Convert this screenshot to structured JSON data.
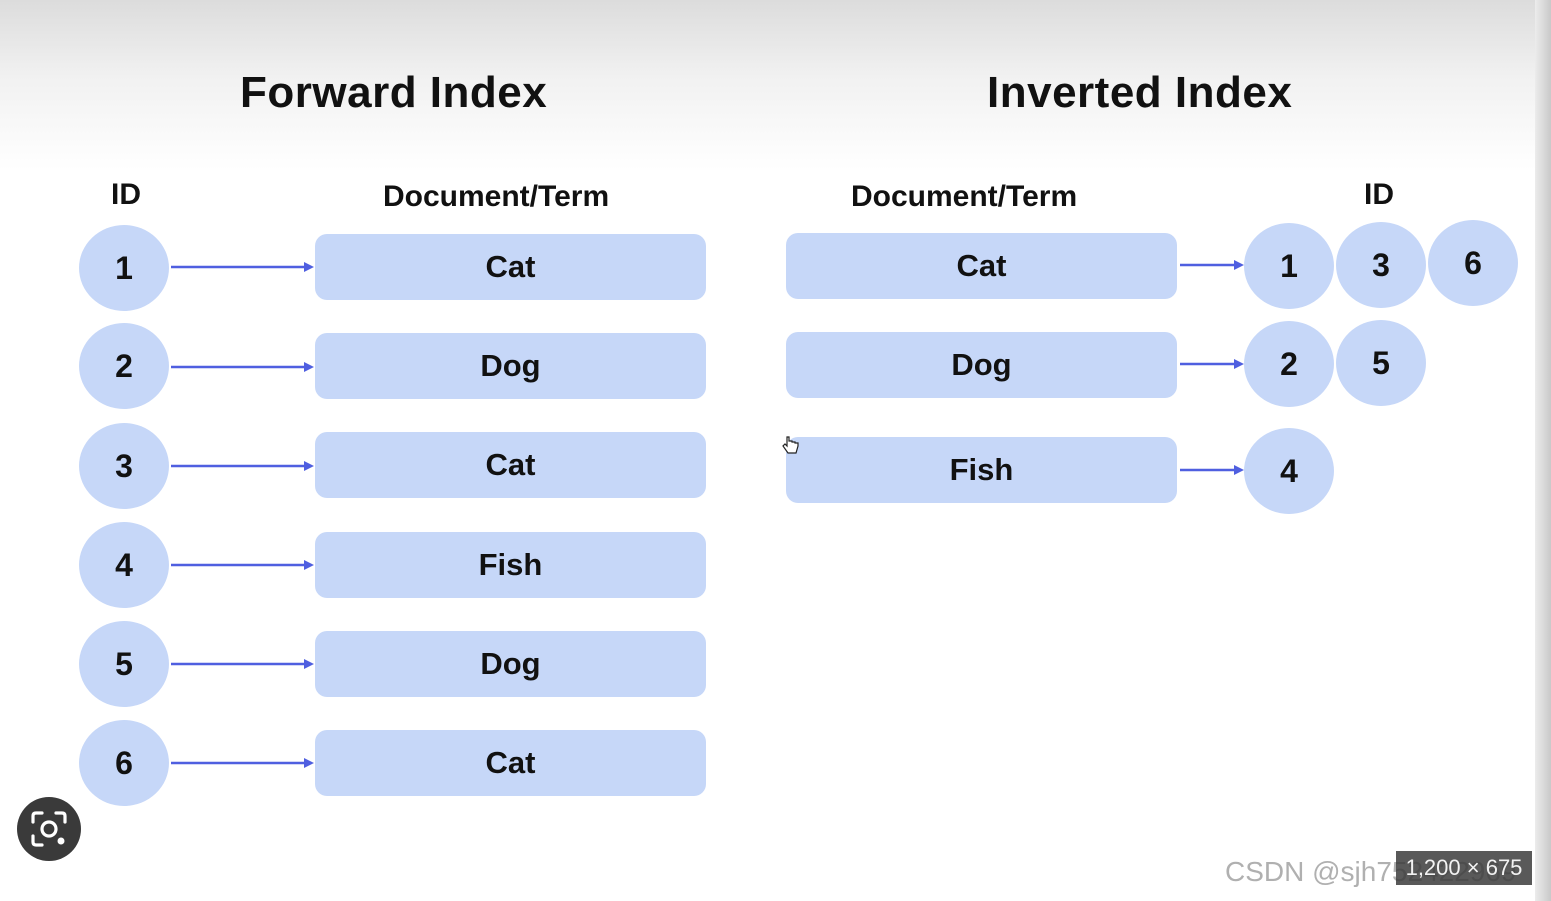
{
  "forward": {
    "title": "Forward Index",
    "id_header": "ID",
    "term_header": "Document/Term",
    "rows": [
      {
        "id": "1",
        "term": "Cat"
      },
      {
        "id": "2",
        "term": "Dog"
      },
      {
        "id": "3",
        "term": "Cat"
      },
      {
        "id": "4",
        "term": "Fish"
      },
      {
        "id": "5",
        "term": "Dog"
      },
      {
        "id": "6",
        "term": "Cat"
      }
    ]
  },
  "inverted": {
    "title": "Inverted Index",
    "term_header": "Document/Term",
    "id_header": "ID",
    "rows": [
      {
        "term": "Cat",
        "ids": [
          "1",
          "3",
          "6"
        ]
      },
      {
        "term": "Dog",
        "ids": [
          "2",
          "5"
        ]
      },
      {
        "term": "Fish",
        "ids": [
          "4"
        ]
      }
    ]
  },
  "overlay": {
    "size_badge": "1,200 × 675",
    "watermark": "CSDN @sjh752422969"
  },
  "colors": {
    "node_fill": "#c6d7f8",
    "arrow": "#4f5fe0"
  },
  "icons": {
    "lens": "visual-search-icon",
    "cursor": "hand-cursor-icon"
  }
}
